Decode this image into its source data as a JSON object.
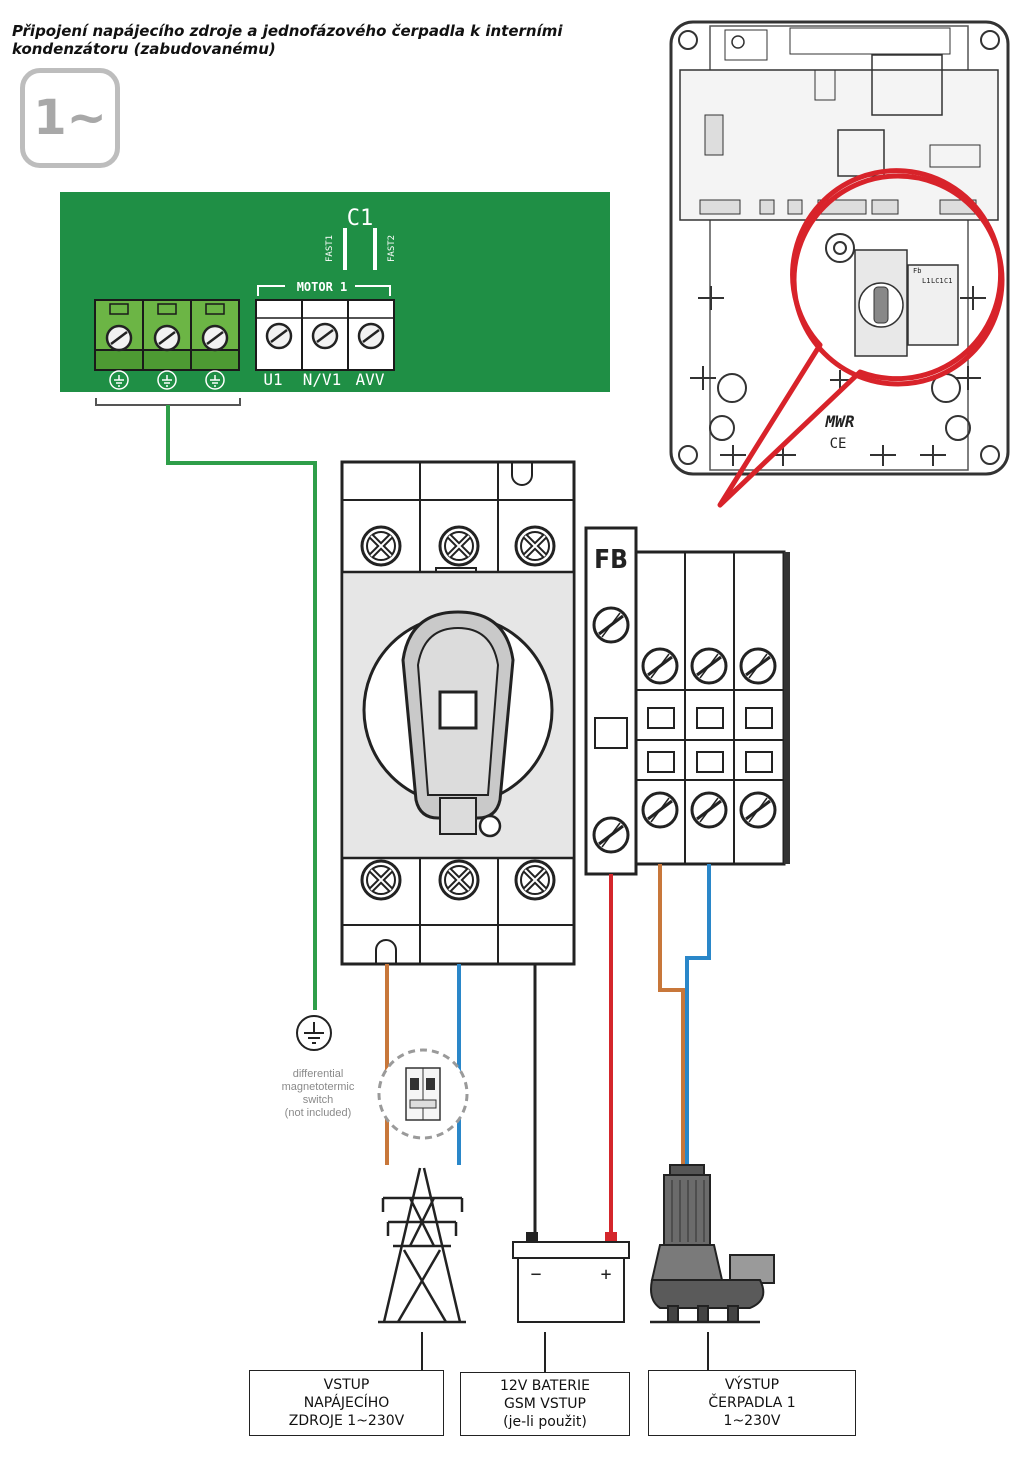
{
  "title": "Připojení napájecího zdroje a jednofázového čerpadla k interními kondenzátoru (zabudovanému)",
  "phase_badge": "1~",
  "pcb": {
    "capacitor_label": "C1",
    "fuse_left": "FAST1",
    "fuse_right": "FAST2",
    "motor_group": "MOTOR 1",
    "terminals": [
      "U1",
      "N/V1",
      "AVV"
    ]
  },
  "fb_label": "FB",
  "note": "differential\nmagnetotermic\nswitch\n(not included)",
  "battery": {
    "minus": "−",
    "plus": "+"
  },
  "labels": {
    "power_input": "VSTUP\nNAPÁJECÍHO\nZDROJE 1~230V",
    "battery_gsm": "12V BATERIE\nGSM VSTUP\n(je-li použit)",
    "pump_output": "VÝSTUP\nČERPADLA 1\n1~230V"
  },
  "enclosure": {
    "brand": "MWR",
    "ce": "CE",
    "zoom_labels": [
      "Fb",
      "L1",
      "LC1",
      "C1"
    ]
  },
  "colors": {
    "pcb_green": "#1f8f45",
    "terminal_green": "#6cb545",
    "earth_wire": "#2e9e49",
    "brown_wire": "#c8773a",
    "blue_wire": "#2a87c9",
    "red_wire": "#d4262b",
    "black_wire": "#222222",
    "zoom_circle": "#d8232a"
  }
}
